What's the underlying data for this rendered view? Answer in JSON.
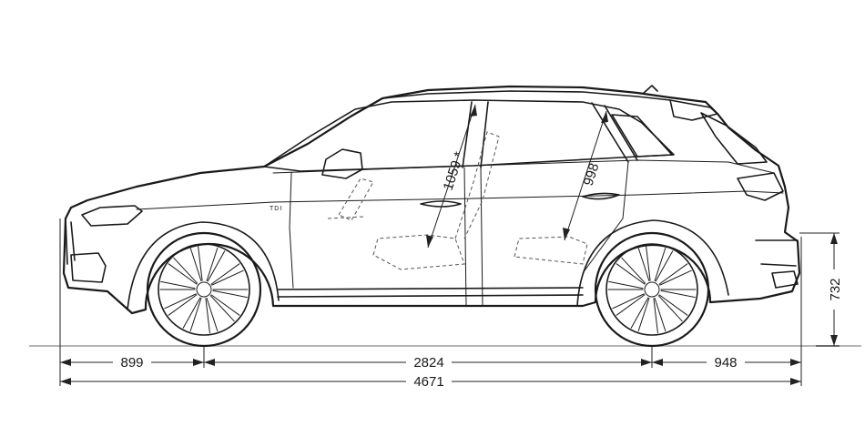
{
  "dimensions": {
    "front_overhang": "899",
    "wheelbase": "2824",
    "rear_overhang": "948",
    "overall_length": "4671",
    "overall_height": "732",
    "front_headroom": "1059 *",
    "rear_headroom": "998"
  },
  "badge": "TDI",
  "colors": {
    "line": "#1a1a1a",
    "ground": "#b5b5b5",
    "background": "#ffffff"
  }
}
